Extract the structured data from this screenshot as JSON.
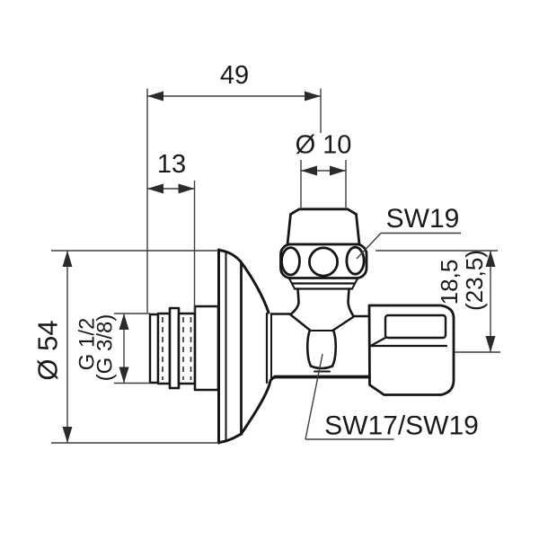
{
  "drawing": {
    "type": "technical dimension drawing",
    "subject": "angle valve, side view",
    "background_color": "#ffffff",
    "line_color": "#161616",
    "dimension_color": "#3d3d3d",
    "dimensions": {
      "overall_depth": "49",
      "thread_length": "13",
      "spindle_top_diameter": "Ø 10",
      "rosette_diameter": "Ø 54",
      "inlet_thread": "G 1/2",
      "inlet_thread_alt": "(G 3/8)",
      "outlet_offset": "18,5",
      "outlet_offset_alt": "(23,5)"
    },
    "wrench_labels": {
      "head_nut": "SW19",
      "outlet_spindle": "SW17/SW19"
    }
  }
}
